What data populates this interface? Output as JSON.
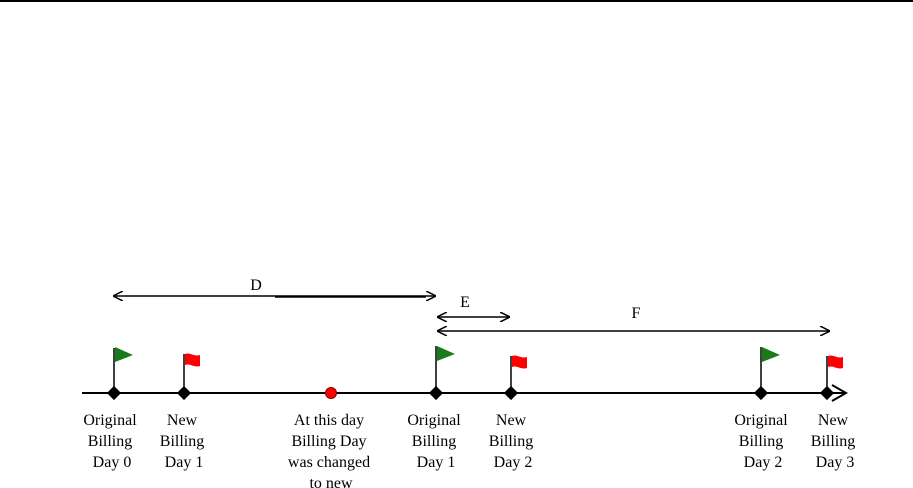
{
  "spans": {
    "d": "D",
    "e": "E",
    "f": "F"
  },
  "labels": {
    "orig0": [
      "Original",
      "Billing",
      "Day 0"
    ],
    "new1": [
      "New",
      "Billing",
      "Day 1"
    ],
    "change": [
      "At this day",
      "Billing Day",
      "was changed",
      "to new"
    ],
    "orig1": [
      "Original",
      "Billing",
      "Day 1"
    ],
    "new2": [
      "New",
      "Billing",
      "Day 2"
    ],
    "orig2": [
      "Original",
      "Billing",
      "Day 2"
    ],
    "new3": [
      "New",
      "Billing",
      "Day 3"
    ]
  },
  "colors": {
    "original_flag": "#1a7a1a",
    "new_flag": "#ff0000",
    "change_marker": "#ff0000"
  }
}
